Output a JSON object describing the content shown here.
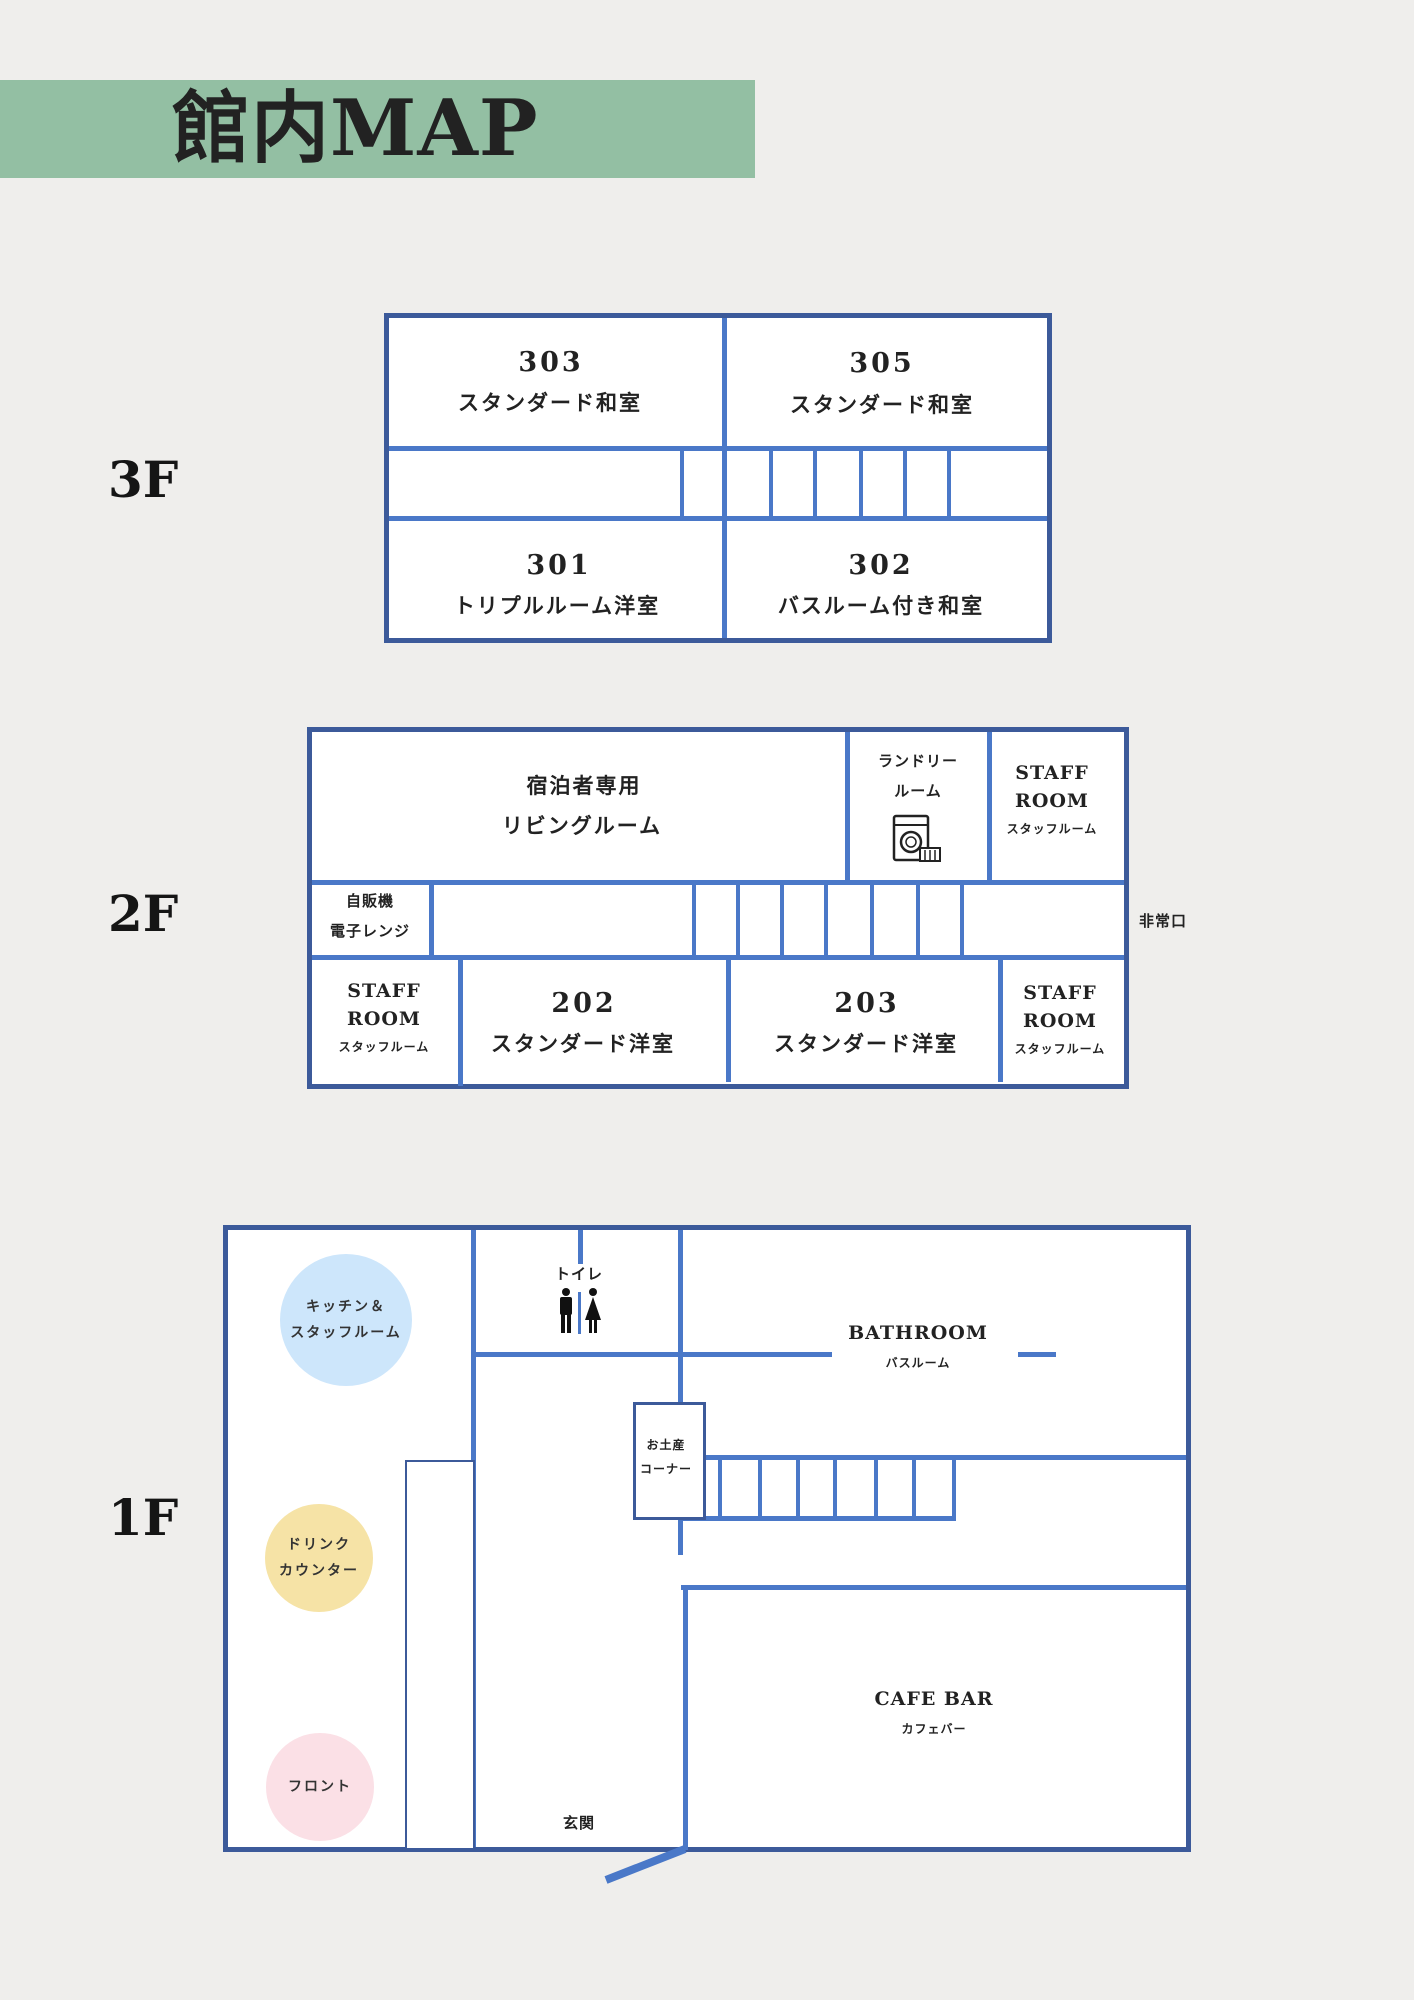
{
  "title": "館内MAP",
  "colors": {
    "title_band": "#93bfa3",
    "wall": "#3c5a9a",
    "inner_wall": "#4a78c8",
    "kitchen": "#cde6fb",
    "drink": "#f6e3a6",
    "front": "#fbe0e6"
  },
  "floors": {
    "f3": {
      "label": "3F",
      "rooms": [
        {
          "number": "303",
          "name": "スタンダード和室"
        },
        {
          "number": "305",
          "name": "スタンダード和室"
        },
        {
          "number": "301",
          "name": "トリプルルーム洋室"
        },
        {
          "number": "302",
          "name": "バスルーム付き和室"
        }
      ]
    },
    "f2": {
      "label": "2F",
      "living": {
        "line1": "宿泊者専用",
        "line2": "リビングルーム"
      },
      "laundry": {
        "line1": "ランドリー",
        "line2": "ルーム",
        "icon": "washing-machine-icon"
      },
      "staff": {
        "en1": "STAFF",
        "en2": "ROOM",
        "jp": "スタッフルーム"
      },
      "vending": {
        "line1": "自販機",
        "line2": "電子レンジ"
      },
      "emergency_exit": "非常口",
      "rooms": [
        {
          "number": "202",
          "name": "スタンダード洋室"
        },
        {
          "number": "203",
          "name": "スタンダード洋室"
        }
      ]
    },
    "f1": {
      "label": "1F",
      "toilet": {
        "label": "トイレ",
        "icon": "restroom-icon"
      },
      "bathroom": {
        "en": "BATHROOM",
        "jp": "バスルーム"
      },
      "souvenir": {
        "line1": "お土産",
        "line2": "コーナー"
      },
      "cafe": {
        "en": "CAFE BAR",
        "jp": "カフェバー"
      },
      "entrance": "玄関",
      "kitchen": {
        "line1": "キッチン＆",
        "line2": "スタッフルーム"
      },
      "drink": {
        "line1": "ドリンク",
        "line2": "カウンター"
      },
      "front": "フロント"
    }
  }
}
